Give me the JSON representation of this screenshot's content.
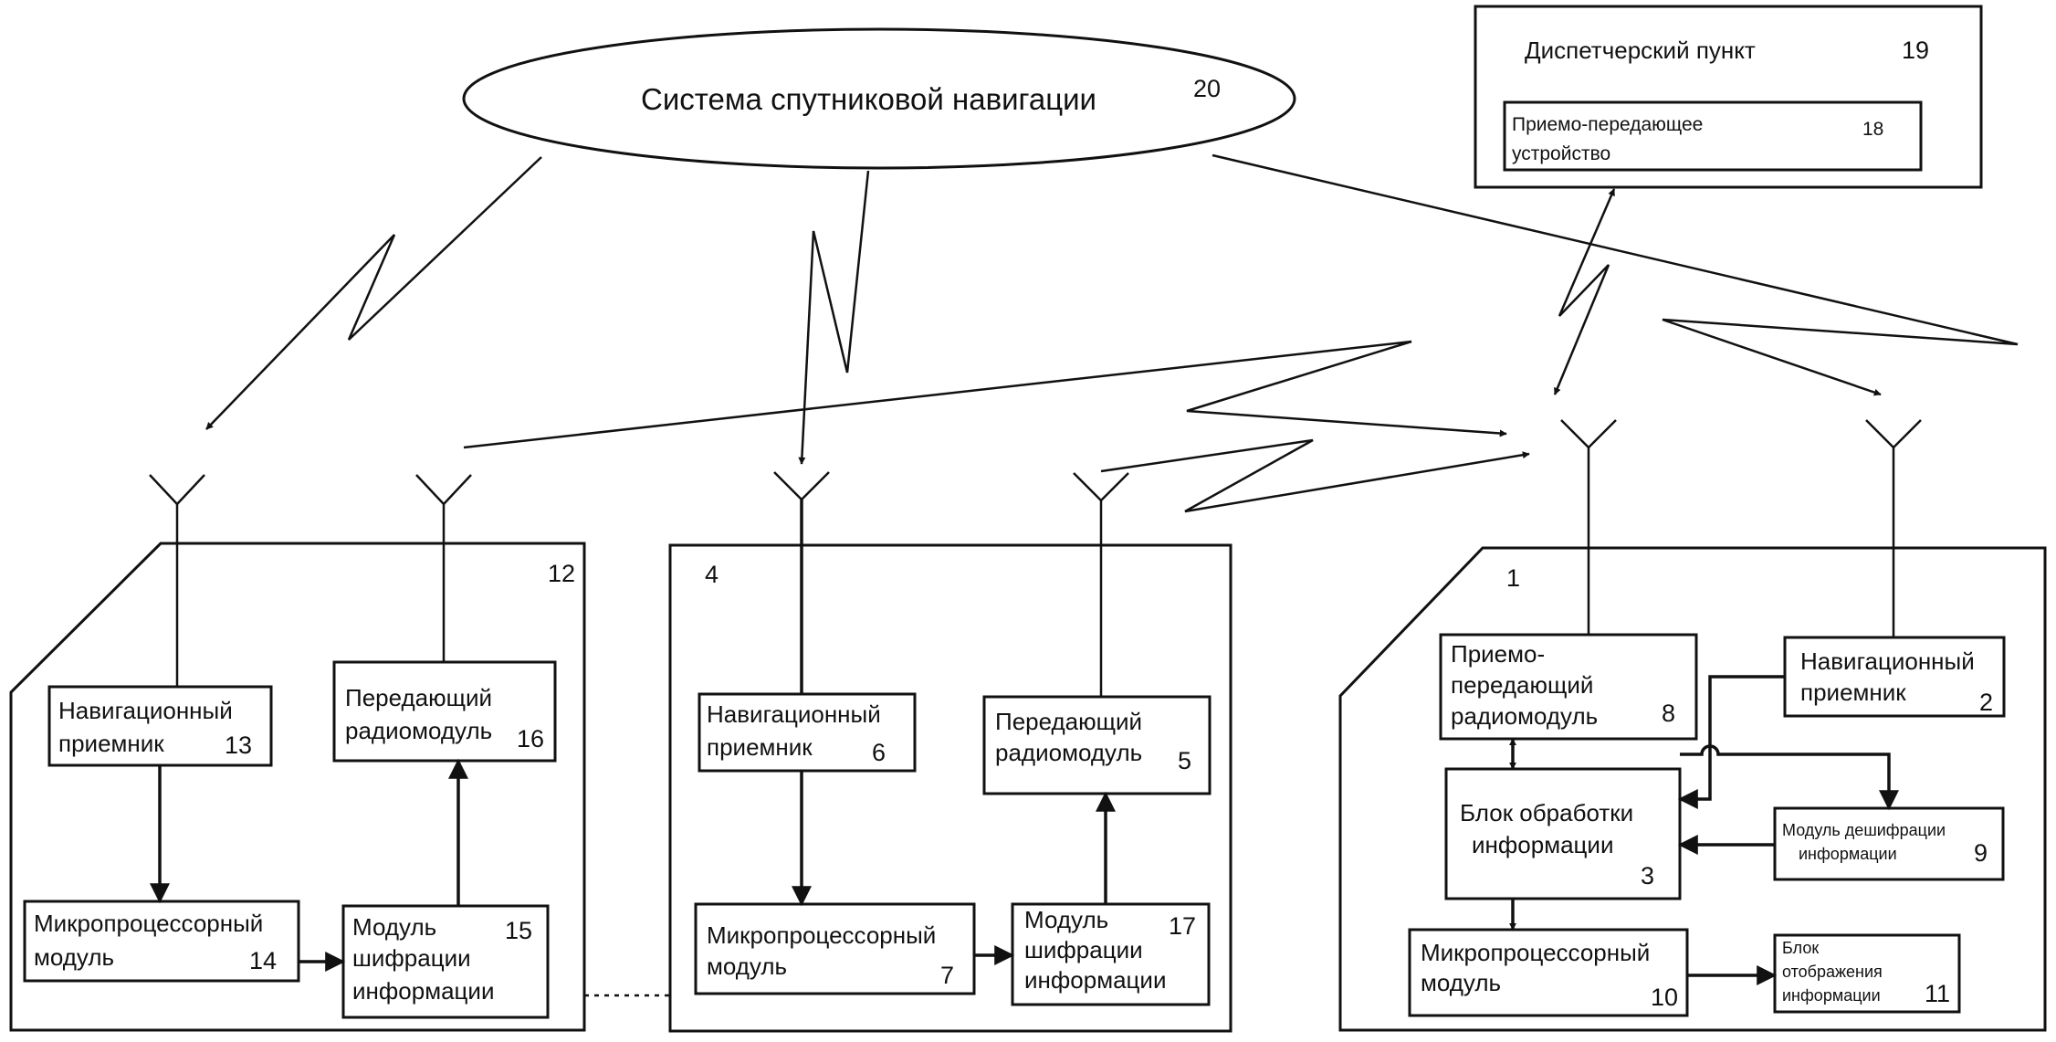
{
  "diagram": {
    "satellite": {
      "label": "Система спутниковой навигации",
      "number": "20"
    },
    "dispatch": {
      "label": "Диспетчерский пункт",
      "number": "19",
      "transceiver": {
        "line1": "Приемо-передающее",
        "line2": "устройство",
        "number": "18"
      }
    },
    "device12": {
      "number": "12",
      "nav_receiver": {
        "line1": "Навигационный",
        "line2": "приемник",
        "number": "13"
      },
      "tx_radio": {
        "line1": "Передающий",
        "line2": "радиомодуль",
        "number": "16"
      },
      "microprocessor": {
        "line1": "Микропроцессорный",
        "line2": "модуль",
        "number": "14"
      },
      "encryption": {
        "line1": "Модуль",
        "line2": "шифрации",
        "line3": "информации",
        "number": "15"
      }
    },
    "device4": {
      "number": "4",
      "nav_receiver": {
        "line1": "Навигационный",
        "line2": "приемник",
        "number": "6"
      },
      "tx_radio": {
        "line1": "Передающий",
        "line2": "радиомодуль",
        "number": "5"
      },
      "microprocessor": {
        "line1": "Микропроцессорный",
        "line2": "модуль",
        "number": "7"
      },
      "encryption": {
        "line1": "Модуль",
        "line2": "шифрации",
        "line3": "информации",
        "number": "17"
      }
    },
    "device1": {
      "number": "1",
      "transceiver_radio": {
        "line1": "Приемо-",
        "line2": "передающий",
        "line3": "радиомодуль",
        "number": "8"
      },
      "nav_receiver": {
        "line1": "Навигационный",
        "line2": "приемник",
        "number": "2"
      },
      "processing": {
        "line1": "Блок обработки",
        "line2": "информации",
        "number": "3"
      },
      "decryption": {
        "line1": "Модуль дешифрации",
        "line2": "информации",
        "number": "9"
      },
      "microprocessor": {
        "line1": "Микропроцессорный",
        "line2": "модуль",
        "number": "10"
      },
      "display": {
        "line1": "Блок",
        "line2": "отображения",
        "line3": "информации",
        "number": "11"
      }
    }
  }
}
